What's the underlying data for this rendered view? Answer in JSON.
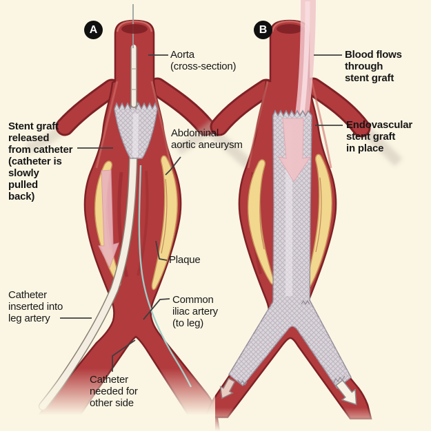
{
  "figure_title": "Endovascular stent graft repair of abdominal aortic aneurysm",
  "panel_a": {
    "badge": "A",
    "labels": {
      "aorta": "Aorta\n(cross-section)",
      "stent_graft": "Stent graft\nreleased\nfrom catheter\n(catheter is\nslowly\npulled\nback)",
      "aneurysm": "Abdominal\naortic aneurysm",
      "plaque": "Plaque",
      "catheter_leg": "Catheter\ninserted into\nleg artery",
      "iliac": "Common\niliac artery\n(to leg)",
      "catheter_other": "Catheter\nneeded for\nother side"
    }
  },
  "panel_b": {
    "badge": "B",
    "labels": {
      "blood_flow": "Blood flows\nthrough\nstent graft",
      "stent_graft": "Endovascular\nstent graft\nin place"
    }
  },
  "colors": {
    "background": "#FBF6E4",
    "artery_fill": "#B23B3E",
    "artery_outline": "#7E2125",
    "artery_highlight": "#CE7169",
    "plaque_fill": "#F2D78F",
    "plaque_outline": "#C9935B",
    "stent_fill": "#DAD5DA",
    "stent_mesh": "#BCB3BE",
    "stent_outline": "#948C98",
    "catheter_fill": "#F3EEE1",
    "flow_arrow_pink": "#E9B4BC",
    "blood_stream_pink": "#F0C5CA",
    "guidewire_teal": "#9ECCC5",
    "leader_line": "#3E3E3E",
    "badge_background": "#101010",
    "badge_text": "#FFFFFF",
    "label_text": "#161616"
  }
}
